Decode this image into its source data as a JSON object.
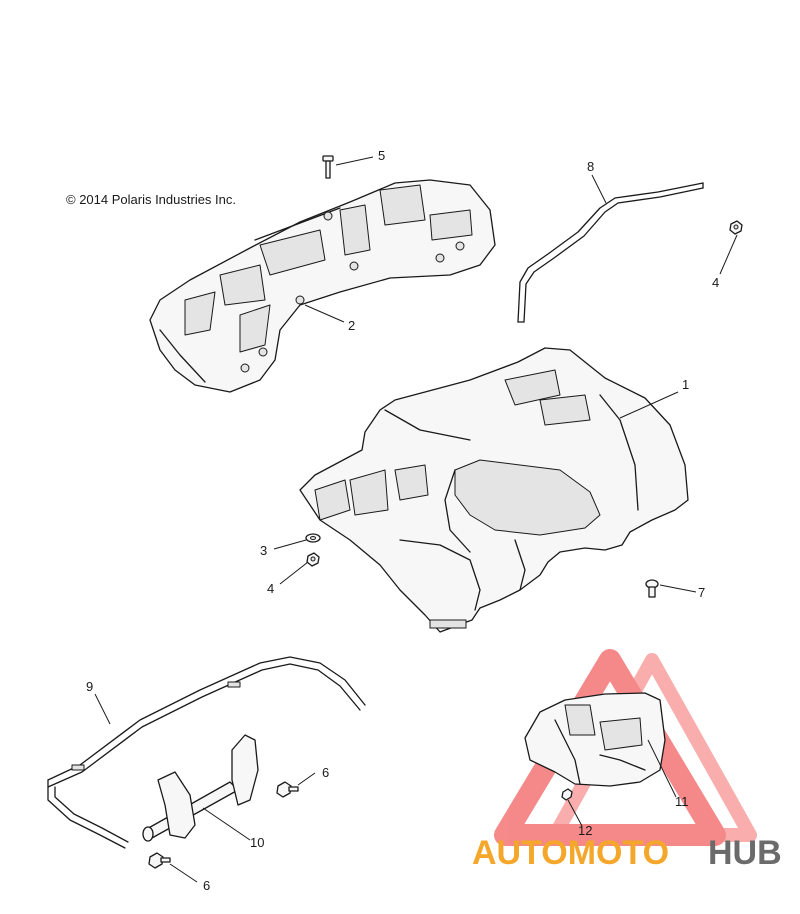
{
  "copyright": "© 2014 Polaris Industries  Inc.",
  "callouts": [
    "1",
    "2",
    "3",
    "4",
    "4",
    "5",
    "6",
    "6",
    "7",
    "8",
    "9",
    "10",
    "11",
    "12"
  ],
  "watermark": {
    "part1": "AUTOMOTO",
    "part2": "HUB",
    "color_accent": "#f4a72a",
    "color_dark": "#6b6b6b",
    "color_triangle": "#ee2a2a"
  }
}
